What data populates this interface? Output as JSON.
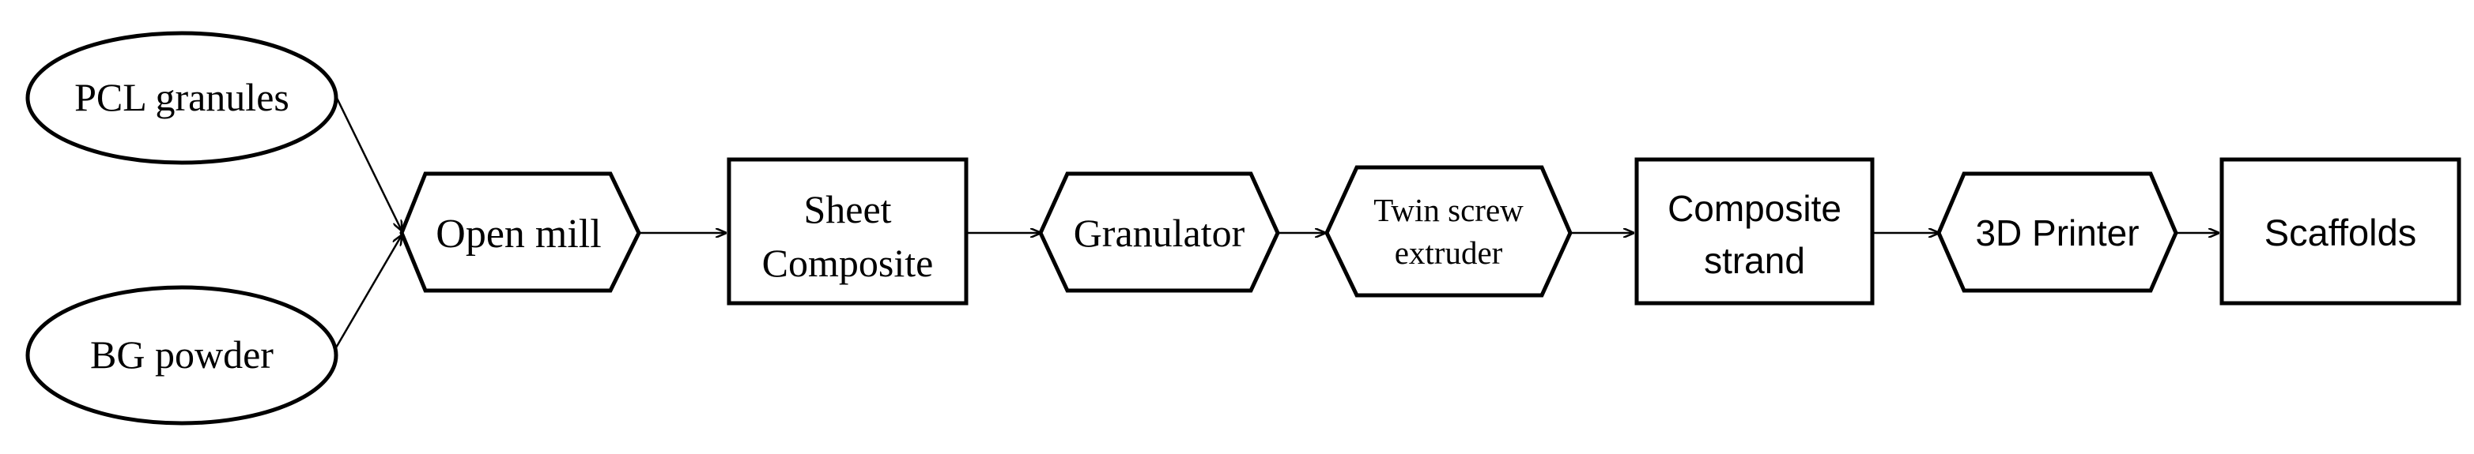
{
  "diagram": {
    "inputs": {
      "pcl": "PCL granules",
      "bg": "BG powder"
    },
    "steps": {
      "open_mill": "Open mill",
      "sheet_composite": [
        "Sheet",
        "Composite"
      ],
      "granulator": "Granulator",
      "twin_screw": [
        "Twin screw",
        "extruder"
      ],
      "composite_strand": [
        "Composite",
        "strand"
      ],
      "printer_3d": "3D Printer",
      "scaffolds": "Scaffolds"
    },
    "colors": {
      "stroke": "#000000",
      "fill": "#ffffff"
    }
  }
}
